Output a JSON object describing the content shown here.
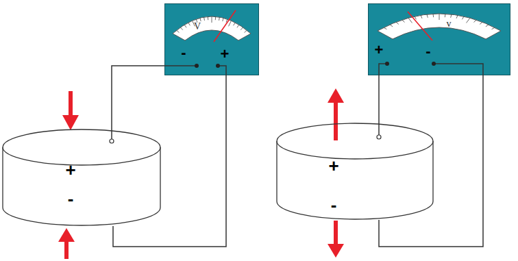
{
  "diagram": {
    "nodes": [
      {
        "text": [
          "+",
          "-"
        ]
      },
      {
        "text": [
          "V",
          "-",
          "+"
        ]
      },
      {
        "text": [
          "+",
          "-"
        ]
      },
      {
        "text": [
          "v",
          "+",
          "-"
        ]
      }
    ],
    "edges": [
      {
        "from": 1,
        "to": 0,
        "arrow": "none"
      },
      {
        "from": 1,
        "to": 0,
        "arrow": "none"
      },
      {
        "from": 3,
        "to": 2,
        "arrow": "none"
      },
      {
        "from": 3,
        "to": 2,
        "arrow": "none"
      }
    ]
  }
}
